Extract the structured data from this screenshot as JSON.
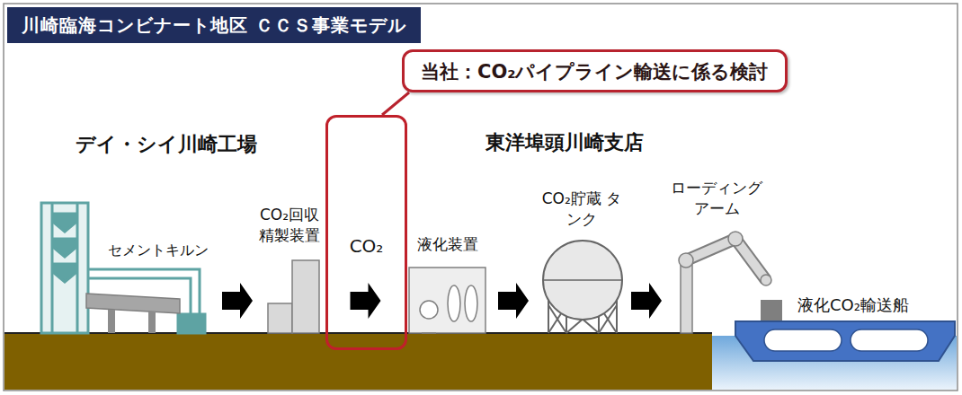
{
  "diagram": {
    "title": "川崎臨海コンビナート地区 ＣＣＳ事業モデル",
    "nodes": [
      {
        "text": [
          "当社：CO₂パイプライン輸送に係る検討"
        ]
      },
      {
        "text": [
          "セメントキルン"
        ]
      },
      {
        "text": [
          "CO₂回収 精製装置"
        ]
      },
      {
        "text": [
          "CO₂"
        ]
      },
      {
        "text": [
          "液化装置"
        ]
      },
      {
        "text": [
          "CO₂貯蔵 タンク"
        ]
      },
      {
        "text": [
          "ローディング アーム"
        ]
      },
      {
        "text": [
          "液化CO₂輸送船"
        ]
      }
    ],
    "edges": [
      {
        "from": 1,
        "to": 2,
        "arrow": "to"
      },
      {
        "from": 2,
        "to": 4,
        "arrow": "to"
      },
      {
        "from": 4,
        "to": 5,
        "arrow": "to"
      },
      {
        "from": 5,
        "to": 6,
        "arrow": "to"
      },
      {
        "from": 0,
        "to": 3,
        "arrow": "none"
      }
    ],
    "labels": [
      "デイ・シイ川崎工場",
      "東洋埠頭川崎支店"
    ]
  }
}
